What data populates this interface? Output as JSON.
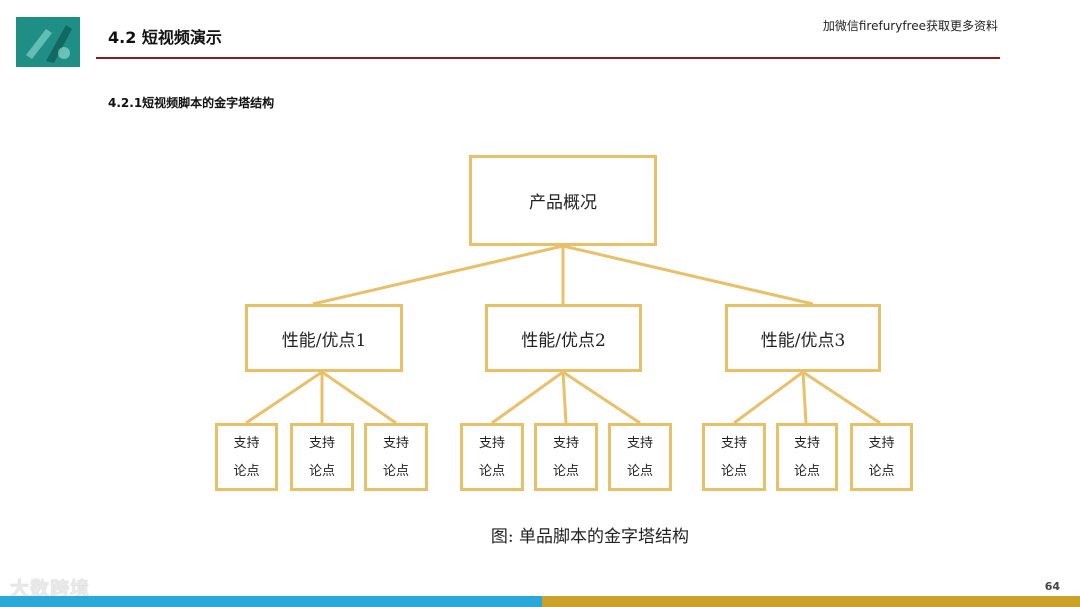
{
  "header": {
    "section_title": "4.2 短视频演示",
    "promo_text": "加微信firefuryfree获取更多资料"
  },
  "subsection_title": "4.2.1短视频脚本的金字塔结构",
  "diagram": {
    "root": "产品概况",
    "branches": [
      {
        "label": "性能/优点1",
        "leaves": [
          "支持\n论点",
          "支持\n论点",
          "支持\n论点"
        ]
      },
      {
        "label": "性能/优点2",
        "leaves": [
          "支持\n论点",
          "支持\n论点",
          "支持\n论点"
        ]
      },
      {
        "label": "性能/优点3",
        "leaves": [
          "支持\n论点",
          "支持\n论点",
          "支持\n论点"
        ]
      }
    ],
    "caption": "图: 单品脚本的金字塔结构"
  },
  "footer": {
    "watermark": "大数跨境",
    "page_number": "64"
  },
  "colors": {
    "box_border": "#e8c06a",
    "header_rule": "#8b1c1c",
    "bar_left": "#2aa8d8",
    "bar_right": "#c9a227"
  }
}
